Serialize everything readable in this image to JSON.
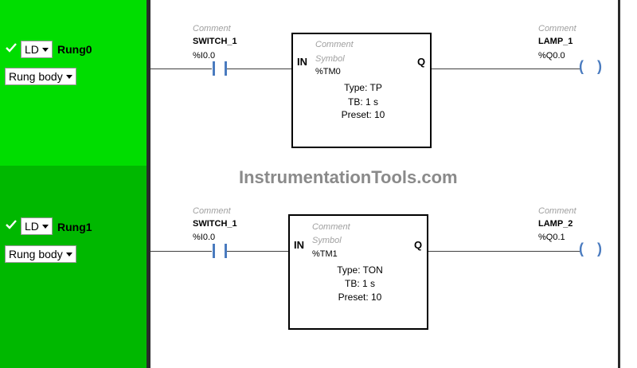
{
  "watermark": "InstrumentationTools.com",
  "rungs": [
    {
      "language": "LD",
      "name": "Rung0",
      "body_label": "Rung body",
      "contact": {
        "comment": "Comment",
        "name": "SWITCH_1",
        "address": "%I0.0"
      },
      "block": {
        "comment": "Comment",
        "symbol": "Symbol",
        "address": "%TM0",
        "in_pin": "IN",
        "q_pin": "Q",
        "type": "Type: TP",
        "tb": "TB: 1 s",
        "preset": "Preset: 10"
      },
      "coil": {
        "comment": "Comment",
        "name": "LAMP_1",
        "address": "%Q0.0",
        "glyph": "( )"
      }
    },
    {
      "language": "LD",
      "name": "Rung1",
      "body_label": "Rung body",
      "contact": {
        "comment": "Comment",
        "name": "SWITCH_1",
        "address": "%I0.0"
      },
      "block": {
        "comment": "Comment",
        "symbol": "Symbol",
        "address": "%TM1",
        "in_pin": "IN",
        "q_pin": "Q",
        "type": "Type: TON",
        "tb": "TB: 1 s",
        "preset": "Preset: 10"
      },
      "coil": {
        "comment": "Comment",
        "name": "LAMP_2",
        "address": "%Q0.1",
        "glyph": "( )"
      }
    }
  ],
  "colors": {
    "rung0_bg": "#00dd00",
    "rung1_bg": "#00b800",
    "accent": "#4a7bbf"
  }
}
